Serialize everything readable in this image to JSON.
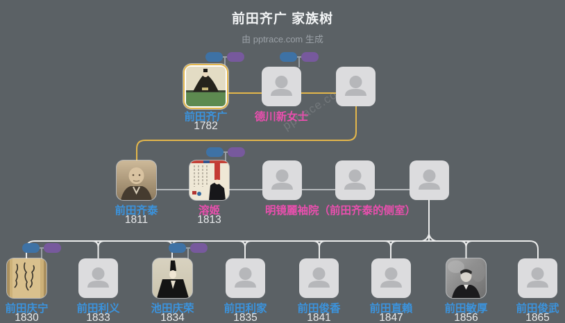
{
  "header": {
    "title": "前田齐广 家族树",
    "subtitle": "由 pptrace.com 生成"
  },
  "watermark": "pptrace.com",
  "colors": {
    "bg": "#5b6165",
    "male": "#3b93dd",
    "female": "#e94fae",
    "year": "#e9ebed",
    "gold": "#e4b74b",
    "gray": "#b5b9bc",
    "white": "#eceded",
    "father": "#3e72a5",
    "mother": "#77599d",
    "node": "#dcdcde",
    "icon": "#b6b7ba"
  },
  "people": [
    {
      "name": "前田齐广",
      "year": "1782"
    },
    {
      "name": "德川新女士",
      "year": ""
    },
    {
      "name": "",
      "year": ""
    },
    {
      "name": "前田齐泰",
      "year": "1811"
    },
    {
      "name": "溶姬",
      "year": "1813"
    },
    {
      "name": "明镜麗袖院（前田齐泰的侧室）",
      "year": ""
    },
    {
      "name": "",
      "year": ""
    },
    {
      "name": "",
      "year": ""
    },
    {
      "name": "前田庆宁",
      "year": "1830"
    },
    {
      "name": "前田利义",
      "year": "1833"
    },
    {
      "name": "池田庆荣",
      "year": "1834"
    },
    {
      "name": "前田利家",
      "year": "1835"
    },
    {
      "name": "前田俊香",
      "year": "1841"
    },
    {
      "name": "前田直賴",
      "year": "1847"
    },
    {
      "name": "前田敏厚",
      "year": "1856"
    },
    {
      "name": "前田俊武",
      "year": "1865"
    }
  ]
}
